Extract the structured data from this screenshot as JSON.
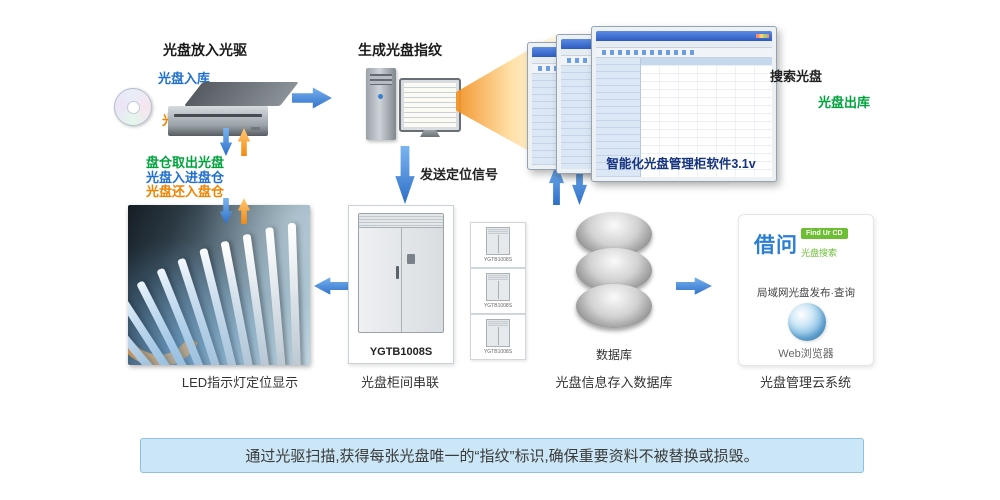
{
  "sections": {
    "drive": {
      "title": "光盘放入光驱",
      "in_label": "光盘入库",
      "return_label": "光盘还库"
    },
    "fingerprint": {
      "title": "生成光盘指纹"
    },
    "magazine": {
      "take_out": "盘仓取出光盘",
      "put_in": "光盘入进盘仓",
      "put_back": "光盘还入盘仓"
    },
    "signal": {
      "label": "发送定位信号"
    },
    "monitors": {
      "software_name": "智能化光盘管理柜软件3.1v",
      "search_label": "搜索光盘",
      "out_label": "光盘出库"
    },
    "led": {
      "caption": "LED指示灯定位显示"
    },
    "cabinet": {
      "model": "YGTB1008S",
      "caption": "光盘柜间串联"
    },
    "database": {
      "label": "数据库",
      "caption": "光盘信息存入数据库"
    },
    "cloud": {
      "brand": "借问",
      "badge": "Find Ur CD",
      "search_text": "光盘搜索",
      "desc": "局域网光盘发布·查询",
      "browser": "Web浏览器",
      "caption": "光盘管理云系统"
    }
  },
  "banner": {
    "text": "通过光驱扫描,获得每张光盘唯一的“指纹”标识,确保重要资料不被替换或损毁。"
  },
  "colors": {
    "arrow_blue": "#3f86d8",
    "arrow_orange": "#f59a23",
    "text_blue": "#1f6fd0",
    "text_orange": "#f08300",
    "text_green": "#00a43c",
    "brand_blue": "#2a7fd4",
    "brand_green": "#6cbf33",
    "banner_bg": "#cbe6f6"
  }
}
